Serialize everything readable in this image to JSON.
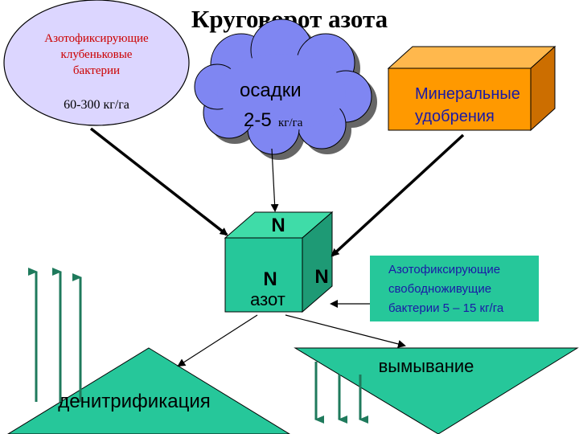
{
  "title": "Круговорот азота",
  "nodule_bacteria": {
    "line1": "Азотофиксирующие",
    "line2": "клубеньковые",
    "line3": "бактерии",
    "amount": "60-300 кг/га"
  },
  "precipitation": {
    "label": "осадки",
    "amount_number": "2-5",
    "amount_unit": "кг/га"
  },
  "mineral_fertilizers": {
    "line1": "Минеральные",
    "line2": "удобрения"
  },
  "nitrogen_cube": {
    "top_symbol": "N",
    "front_symbol": "N",
    "front_label": "азот",
    "side_symbol": "N"
  },
  "free_living_bacteria": {
    "line1": "Азотофиксирующие",
    "line2": "свободноживущие",
    "line3": "бактерии  5 – 15 кг/га"
  },
  "leaching": {
    "label": "вымывание"
  },
  "denitrification": {
    "label": "денитрификация"
  },
  "colors": {
    "lavender": "#dcd6ff",
    "cloud": "#7f86f2",
    "orange": "#ff9900",
    "teal": "#26c79a",
    "red_text": "#cc0000",
    "blue_text": "#1a1aa6"
  }
}
